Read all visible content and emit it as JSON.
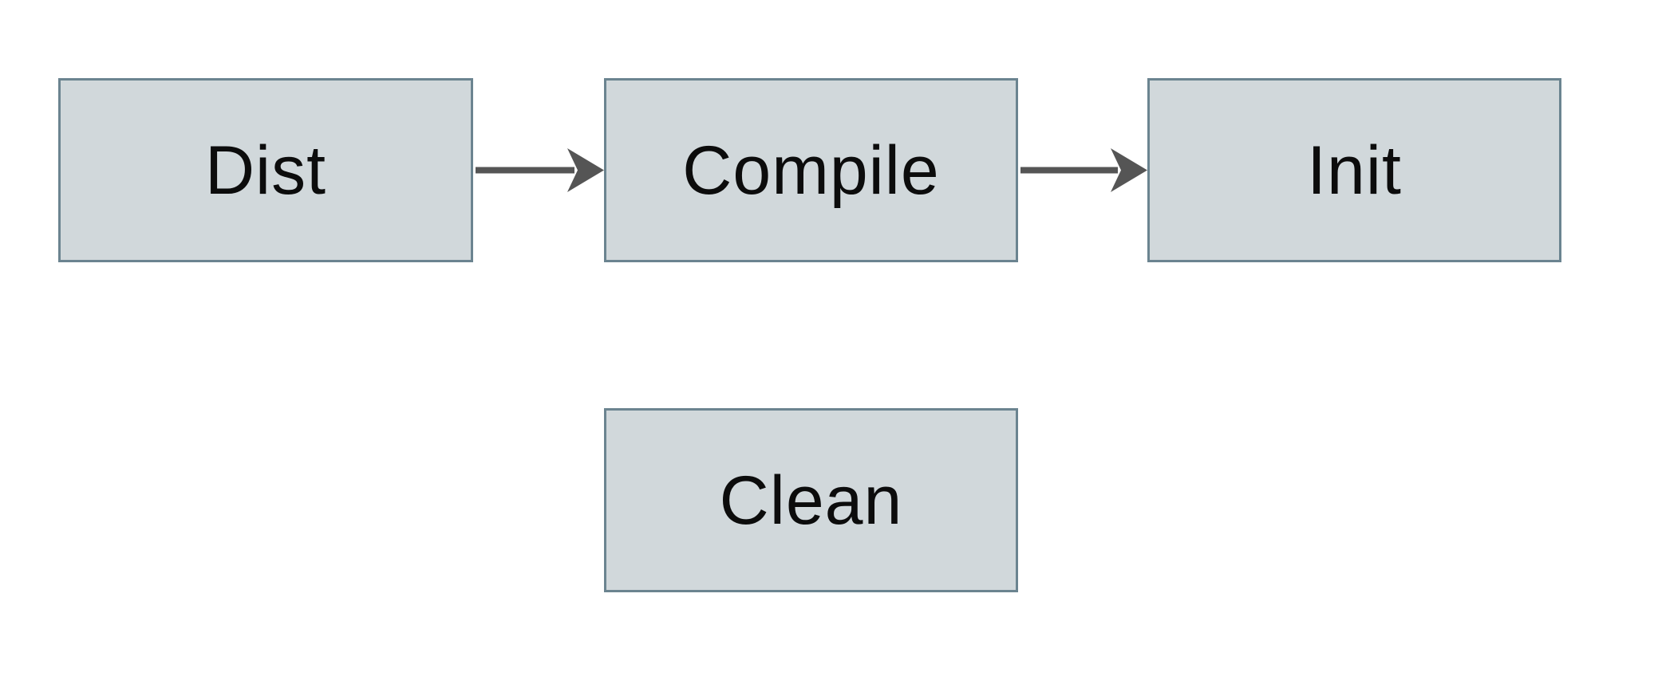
{
  "diagram": {
    "title": "build-task-flow",
    "colors": {
      "background": "#ffffff",
      "node_fill": "#d1d8db",
      "node_border": "#6b8490",
      "arrow": "#555555",
      "text": "#0c0c0c"
    },
    "nodes": [
      {
        "id": "dist",
        "label": "Dist"
      },
      {
        "id": "compile",
        "label": "Compile"
      },
      {
        "id": "init",
        "label": "Init"
      },
      {
        "id": "clean",
        "label": "Clean"
      }
    ],
    "edges": [
      {
        "from": "dist",
        "to": "compile",
        "name": "arrow-dist-to-compile"
      },
      {
        "from": "compile",
        "to": "init",
        "name": "arrow-compile-to-init"
      }
    ]
  }
}
